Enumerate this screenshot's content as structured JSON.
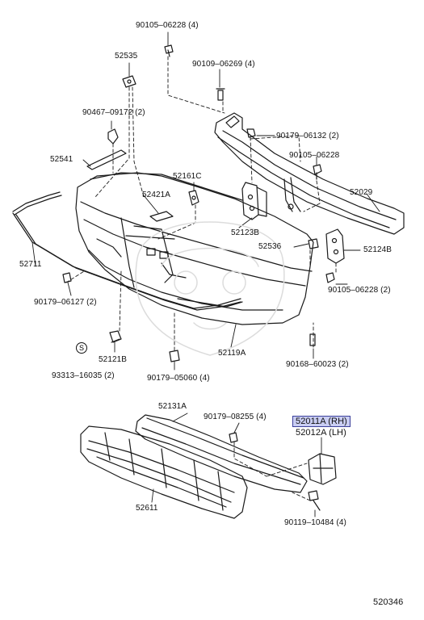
{
  "labels": {
    "p90105_06228_4_top": "90105–06228 (4)",
    "p52535": "52535",
    "p90109_06269": "90109–06269 (4)",
    "p90467_09172": "90467–09172 (2)",
    "p90179_06132": "90179–06132 (2)",
    "p90105_06228": "90105–06228",
    "p52541": "52541",
    "p52161c": "52161C",
    "p52421a": "52421A",
    "p52029": "52029",
    "p52123b": "52123B",
    "p52711": "52711",
    "p52536": "52536",
    "p52124b": "52124B",
    "p90179_06127": "90179–06127 (2)",
    "p90105_06228_2": "90105–06228 (2)",
    "s_mark": "S",
    "p52121b": "52121B",
    "p52119a": "52119A",
    "p90168_60023": "90168–60023 (2)",
    "p93313_16035": "93313–16035 (2)",
    "p90179_05060": "90179–05060 (4)",
    "p52131a": "52131A",
    "p90179_08255": "90179–08255 (4)",
    "p52011a": "52011A (RH)",
    "p52012a": "52012A (LH)",
    "p52611": "52611",
    "p90119_10484": "90119–10484 (4)",
    "figure_number": "520346"
  },
  "colors": {
    "line": "#1a1a1a",
    "highlight_fill": "#c9cdf2",
    "highlight_border": "#3b3f9a"
  }
}
